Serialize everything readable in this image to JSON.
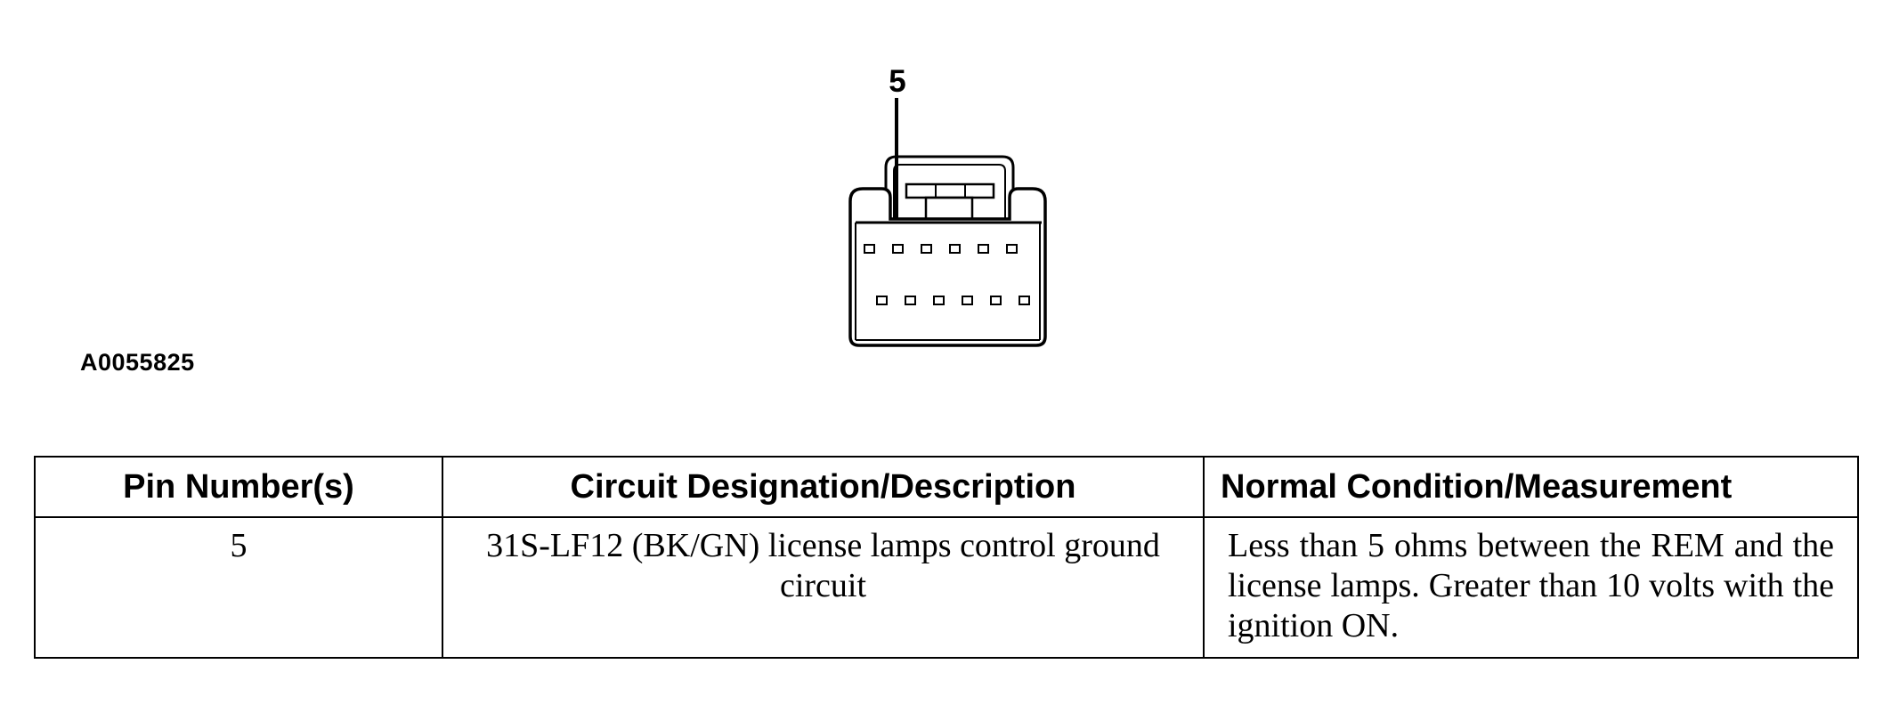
{
  "diagram": {
    "callout_label": "5",
    "figure_id": "A0055825",
    "connector": {
      "top_row_cavities": 6,
      "bottom_row_cavities": 6,
      "highlighted_cavity": "top-row position 2"
    }
  },
  "table": {
    "headers": {
      "pin": "Pin Number(s)",
      "circuit": "Circuit Designation/Description",
      "normal": "Normal Condition/Measurement"
    },
    "rows": [
      {
        "pin": "5",
        "circuit": "31S-LF12 (BK/GN) license lamps control ground circuit",
        "normal": "Less than 5 ohms between the REM and the license lamps. Greater than 10 volts with the ignition ON."
      }
    ]
  }
}
